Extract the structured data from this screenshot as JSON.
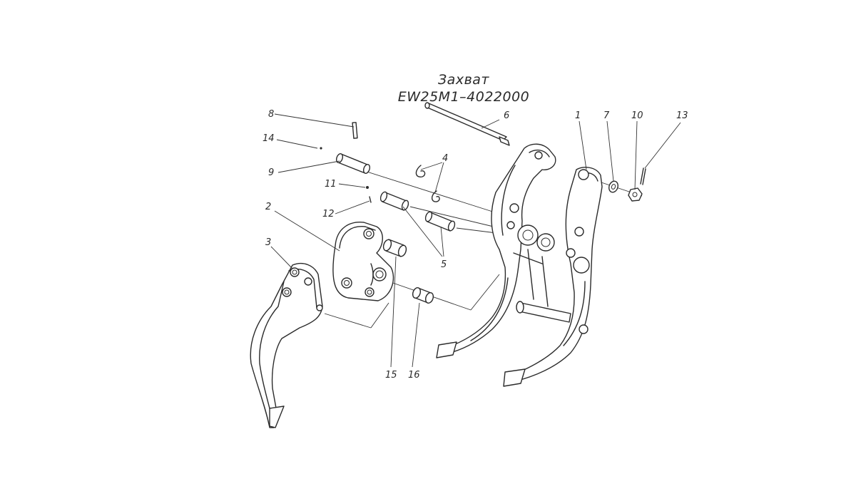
{
  "title": {
    "line1": "Захват",
    "line2": "EW25M1–4022000"
  },
  "callouts": [
    {
      "id": "c1",
      "text": "1"
    },
    {
      "id": "c2",
      "text": "2"
    },
    {
      "id": "c3",
      "text": "3"
    },
    {
      "id": "c4",
      "text": "4"
    },
    {
      "id": "c5",
      "text": "5"
    },
    {
      "id": "c6",
      "text": "6"
    },
    {
      "id": "c7",
      "text": "7"
    },
    {
      "id": "c8",
      "text": "8"
    },
    {
      "id": "c9",
      "text": "9"
    },
    {
      "id": "c10",
      "text": "10"
    },
    {
      "id": "c11",
      "text": "11"
    },
    {
      "id": "c12",
      "text": "12"
    },
    {
      "id": "c13",
      "text": "13"
    },
    {
      "id": "c14",
      "text": "14"
    },
    {
      "id": "c15",
      "text": "15"
    },
    {
      "id": "c16",
      "text": "16"
    }
  ]
}
